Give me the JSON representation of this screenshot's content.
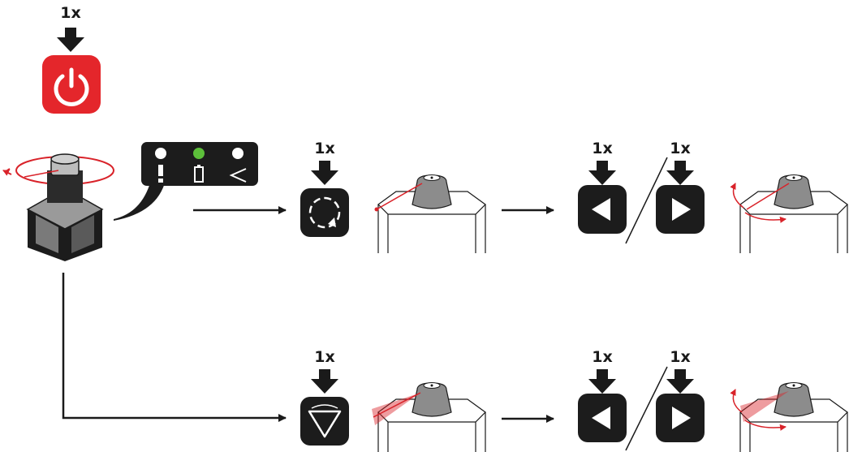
{
  "labels": {
    "power": "1x",
    "rotation": "1x",
    "left_top": "1x",
    "right_top": "1x",
    "scan": "1x",
    "left_bottom": "1x",
    "right_bottom": "1x"
  },
  "colors": {
    "power_red": "#e4262b",
    "dark": "#1c1c1c",
    "laser_red": "#d9232a",
    "led_green": "#5cbf3a",
    "cone_gray": "#8c8c8c"
  },
  "icons": {
    "power": "power-icon",
    "rotation": "rotation-icon",
    "scan": "scan-triangle-icon",
    "left": "triangle-left-icon",
    "right": "triangle-right-icon"
  }
}
